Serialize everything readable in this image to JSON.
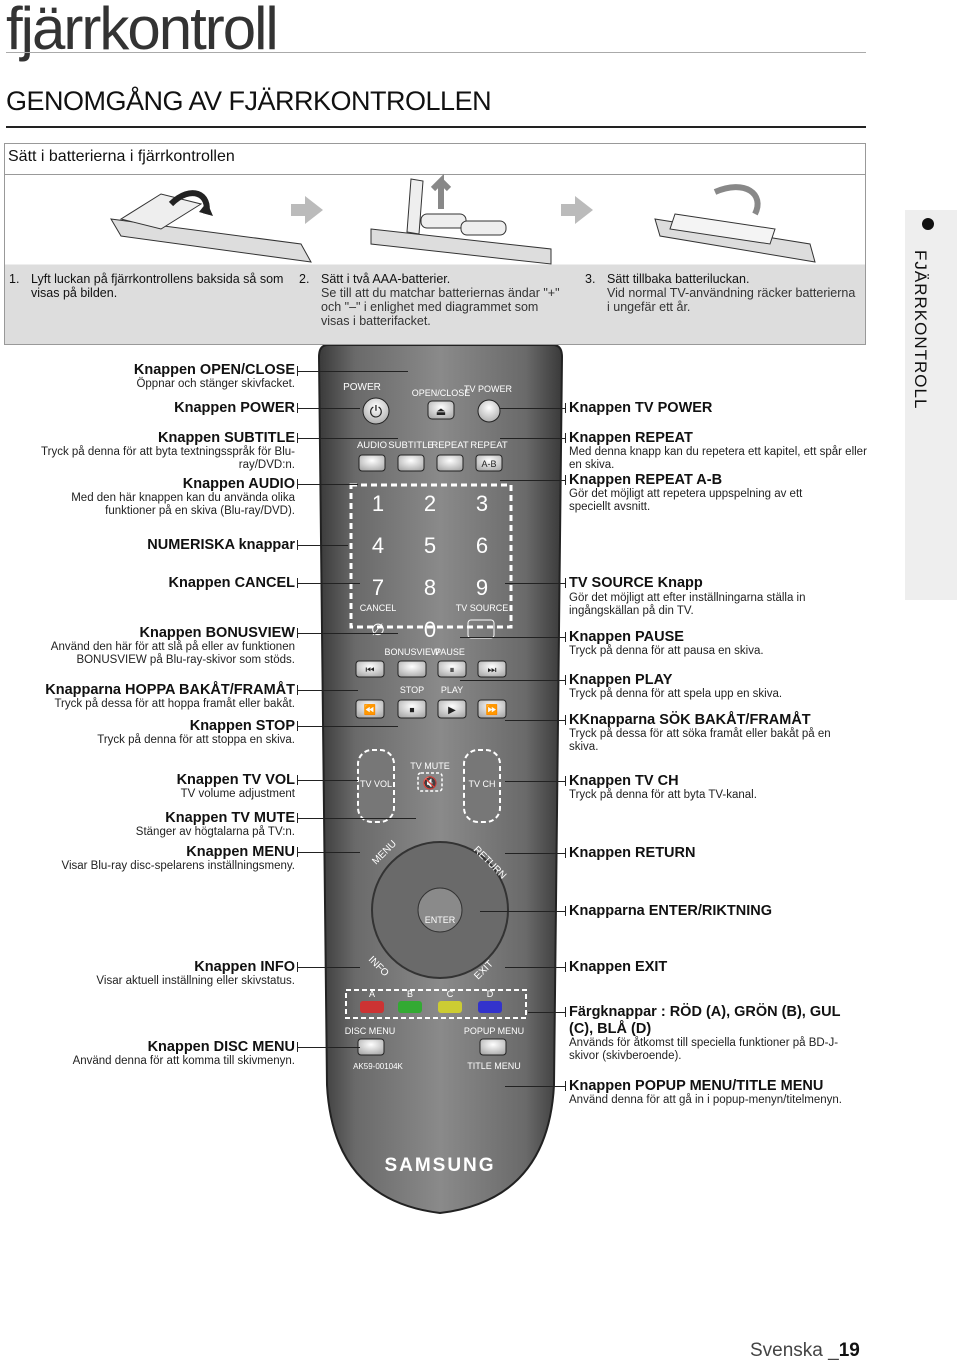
{
  "chapter": "fjärrkontroll",
  "heading": "GENOMGÅNG AV FJÄRRKONTROLLEN",
  "battery": {
    "title": "Sätt i batterierna i fjärrkontrollen",
    "steps": [
      {
        "num": "1.",
        "title": "Lyft luckan på fjärrkontrollens baksida så som visas på bilden.",
        "desc": ""
      },
      {
        "num": "2.",
        "title": "Sätt i två AAA-batterier.",
        "desc": "Se till att du matchar batteriernas ändar \"+\" och \"–\" i enlighet med diagrammet som visas i batterifacket."
      },
      {
        "num": "3.",
        "title": "Sätt tillbaka batteriluckan.",
        "desc": "Vid normal TV-användning räcker batterierna i ungefär ett år."
      }
    ]
  },
  "side_tab": "FJÄRRKONTROLL",
  "left_labels": [
    {
      "title": "Knappen OPEN/CLOSE",
      "desc": "Öppnar och stänger skivfacket."
    },
    {
      "title": "Knappen POWER",
      "desc": ""
    },
    {
      "title": "Knappen SUBTITLE",
      "desc": "Tryck på denna för att byta textningsspråk för Blu-ray/DVD:n."
    },
    {
      "title": "Knappen AUDIO",
      "desc": "Med den här knappen kan du använda olika funktioner på en skiva (Blu-ray/DVD)."
    },
    {
      "title": "NUMERISKA knappar",
      "desc": ""
    },
    {
      "title": "Knappen CANCEL",
      "desc": ""
    },
    {
      "title": "Knappen BONUSVIEW",
      "desc": "Använd den här för att slå på eller av funktionen BONUSVIEW på Blu-ray-skivor som stöds."
    },
    {
      "title": "Knapparna HOPPA BAKÅT/FRAMÅT",
      "desc": "Tryck på dessa för att hoppa framåt eller bakåt."
    },
    {
      "title": "Knappen STOP",
      "desc": "Tryck på denna för att stoppa en skiva."
    },
    {
      "title": "Knappen TV VOL",
      "desc": "TV volume adjustment"
    },
    {
      "title": "Knappen TV MUTE",
      "desc": "Stänger av högtalarna på TV:n."
    },
    {
      "title": "Knappen MENU",
      "desc": "Visar Blu-ray disc-spelarens inställningsmeny."
    },
    {
      "title": "Knappen INFO",
      "desc": "Visar aktuell inställning eller skivstatus."
    },
    {
      "title": "Knappen DISC MENU",
      "desc": "Använd denna för att komma till skivmenyn."
    }
  ],
  "right_labels": [
    {
      "title": "Knappen TV POWER",
      "desc": ""
    },
    {
      "title": "Knappen REPEAT",
      "desc": "Med denna knapp kan du repetera ett kapitel, ett spår eller en skiva."
    },
    {
      "title": "Knappen REPEAT A-B",
      "desc": "Gör det möjligt att repetera uppspelning av ett speciellt avsnitt."
    },
    {
      "title": "TV SOURCE Knapp",
      "desc": "Gör det möjligt att efter inställningarna ställa in ingångskällan på din TV."
    },
    {
      "title": "Knappen PAUSE",
      "desc": "Tryck på denna för att pausa en skiva."
    },
    {
      "title": "Knappen PLAY",
      "desc": "Tryck på denna för att spela upp en skiva."
    },
    {
      "title": "KKnapparna SÖK BAKÅT/FRAMÅT",
      "desc": "Tryck på dessa för att söka framåt eller bakåt på en skiva."
    },
    {
      "title": "Knappen TV CH",
      "desc": "Tryck på denna för att byta TV-kanal."
    },
    {
      "title": "Knappen RETURN",
      "desc": ""
    },
    {
      "title": "Knapparna ENTER/RIKTNING",
      "desc": ""
    },
    {
      "title": "Knappen EXIT",
      "desc": ""
    },
    {
      "title": "Färgknappar : RÖD (A), GRÖN (B), GUL (C), BLÅ (D)",
      "desc": "Används för åtkomst till speciella funktioner på BD-J-skivor (skivberoende)."
    },
    {
      "title": "Knappen POPUP MENU/TITLE MENU",
      "desc": "Använd denna för att gå in i popup-menyn/titelmenyn."
    }
  ],
  "remote": {
    "power": "POWER",
    "open_close": "OPEN/CLOSE",
    "tv_power": "TV POWER",
    "audio": "AUDIO",
    "subtitle": "SUBTITLE",
    "repeat": "REPEAT",
    "repeat_top": "REPEAT",
    "ab": "A-B",
    "digits": [
      "1",
      "2",
      "3",
      "4",
      "5",
      "6",
      "7",
      "8",
      "9",
      "0"
    ],
    "cancel": "CANCEL",
    "tv_source": "TV SOURCE",
    "bonusview": "BONUSVIEW",
    "pause": "PAUSE",
    "stop": "STOP",
    "play": "PLAY",
    "tv_mute": "TV MUTE",
    "tv_vol": "TV VOL",
    "tv_ch": "TV CH",
    "menu": "MENU",
    "return": "RETURN",
    "enter": "ENTER",
    "info": "INFO",
    "exit": "EXIT",
    "colors": [
      "A",
      "B",
      "C",
      "D"
    ],
    "color_hex": [
      "#c33",
      "#3a3",
      "#cc3",
      "#33c"
    ],
    "disc_menu": "DISC MENU",
    "popup_menu": "POPUP MENU",
    "title_menu": "TITLE MENU",
    "model": "AK59-00104K",
    "brand": "SAMSUNG"
  },
  "footer": {
    "lang": "Svenska _",
    "page": "19"
  }
}
